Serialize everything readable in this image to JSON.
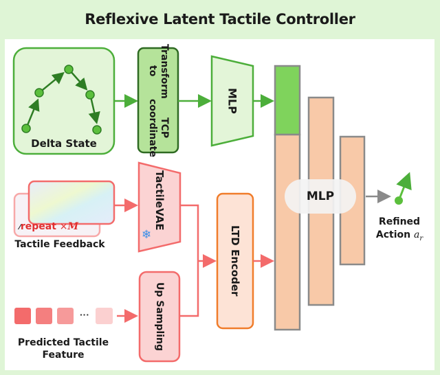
{
  "title": "Reflexive Latent Tactile Controller",
  "colors": {
    "frame_bg": "#dff5d6",
    "green_dark": "#3a9a2e",
    "green_fill": "#e3f5d8",
    "green_mid": "#b5e39a",
    "green_bright": "#7fd35c",
    "red_stroke": "#f36b6b",
    "red_fill": "#fbd3d3",
    "orange_stroke": "#f07c2a",
    "orange_fill": "#fde3d6",
    "peach_fill": "#f8c9a8",
    "gray_stroke": "#8a8a8a",
    "snow_blue": "#3b8fe8"
  },
  "blocks": {
    "delta_state": {
      "label": "Delta State"
    },
    "transform": {
      "label_line1": "Transform to",
      "label_line2": "TCP coordinate"
    },
    "mlp_top": {
      "label": "MLP"
    },
    "tactile_vae": {
      "label_line1": "Tactile",
      "label_line2": "VAE",
      "frozen_icon": "snowflake-icon"
    },
    "tactile_feedback": {
      "repeat_text": "repeat",
      "times_symbol": "×",
      "repeat_var": "M",
      "label": "Tactile Feedback"
    },
    "up_sampling": {
      "label": "Up Sampling"
    },
    "ltd_encoder": {
      "label": "LTD Encoder"
    },
    "predicted_feature": {
      "ellipsis": "···",
      "label_line1": "Predicted Tactile",
      "label_line2": "Feature"
    },
    "mlp_main": {
      "label": "MLP"
    },
    "refined_action": {
      "label_line1": "Refined",
      "label_line2": "Action",
      "symbol": "a",
      "subscript": "r"
    }
  }
}
